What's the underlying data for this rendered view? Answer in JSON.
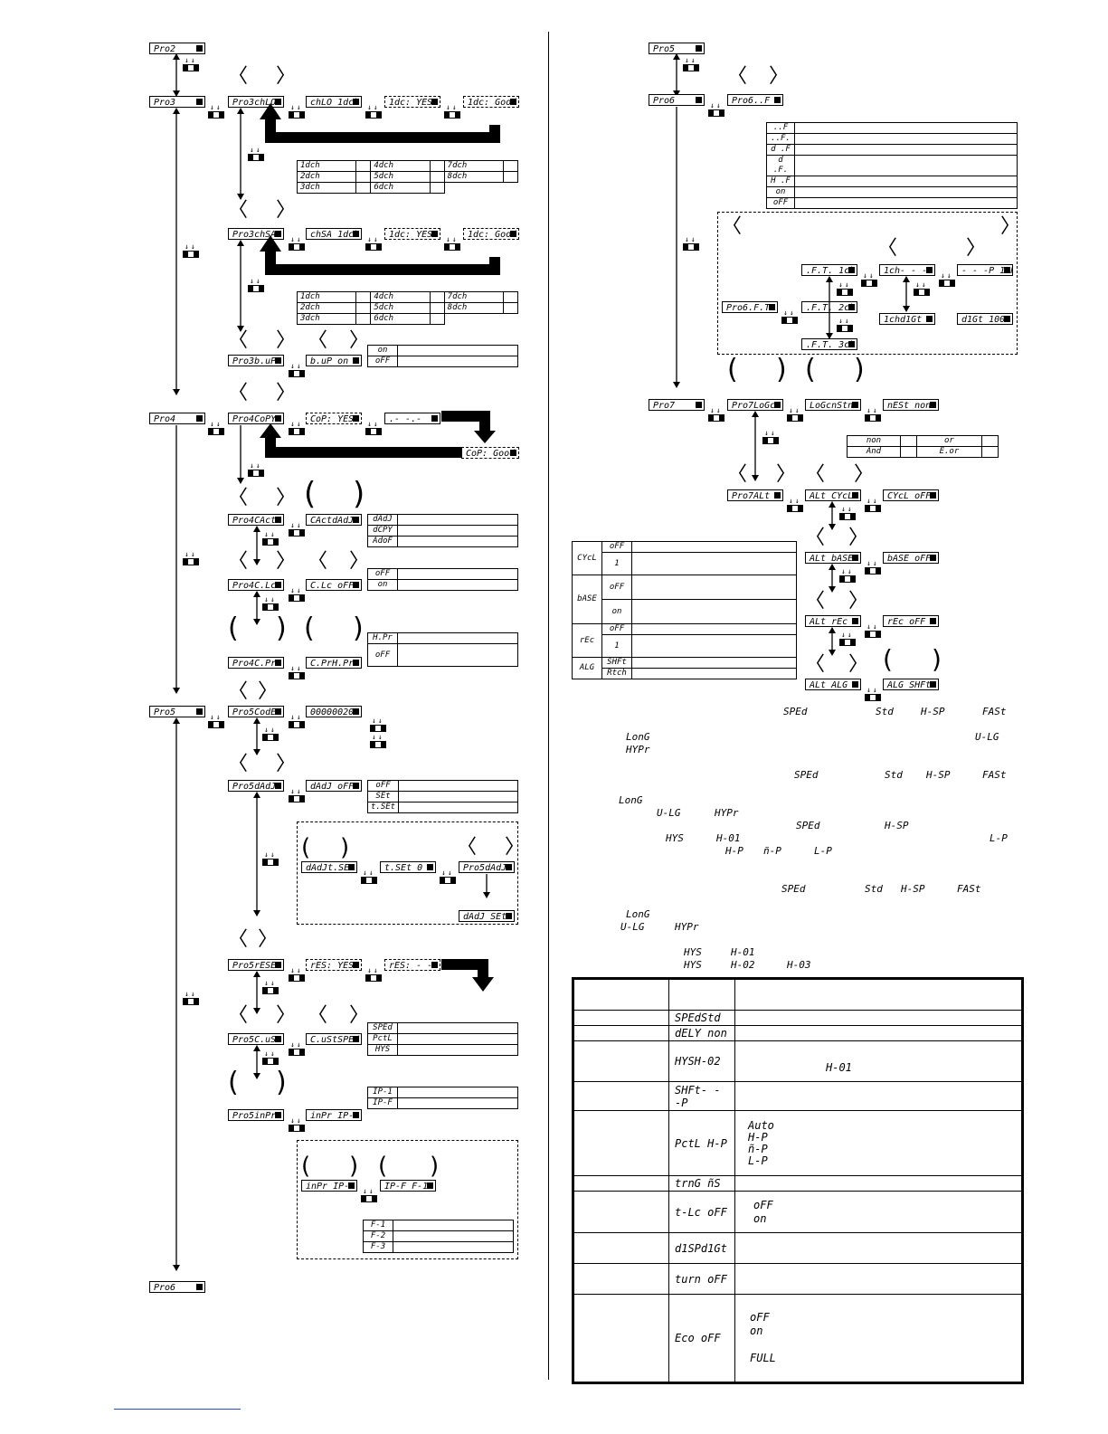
{
  "left": {
    "pro2": "Pro2",
    "pro3": "Pro3",
    "pro3_ch_lo": "Pro3chLO",
    "ch_lo_1dch": "chLO 1dch",
    "idc_yes": "1dc: YES",
    "idc_good": "1dc: Good",
    "dch_table_1": [
      [
        "1dch",
        "4dch",
        "7dch"
      ],
      [
        "2dch",
        "5dch",
        "8dch"
      ],
      [
        "3dch",
        "6dch",
        ""
      ]
    ],
    "pro3_ch_sa": "Pro3chSA",
    "ch_sa_1dch": "chSA 1dch",
    "idc_yes_2": "1dc: YES",
    "idc_good_2": "1dc: Good",
    "dch_table_2": [
      [
        "1dch",
        "4dch",
        "7dch"
      ],
      [
        "2dch",
        "5dch",
        "8dch"
      ],
      [
        "3dch",
        "6dch",
        ""
      ]
    ],
    "pro3b_up": "Pro3b.uP",
    "b_up_on": "b.uP on",
    "onoff": [
      "on",
      "oFF"
    ],
    "pro4": "Pro4",
    "pro4_copy": "Pro4CoPY",
    "copy_yes": "CoP: YES",
    "copy_prog": ".- -.-",
    "copy_good": "CoP: Good",
    "pro4_cact": "Pro4CAct",
    "cact_dadj": "CActdAdJ",
    "cact_opts": [
      "dAdJ",
      "dCPY",
      "AdoF"
    ],
    "pro4_clc": "Pro4C.Lc",
    "clc_off": "C.Lc oFF",
    "clc_opts": [
      "oFF",
      "on"
    ],
    "pro4_cpr": "Pro4C.Pr",
    "cpr_hpr": "C.PrH.Pr",
    "cpr_opts": [
      "H.Pr",
      "oFF"
    ],
    "pro5": "Pro5",
    "pro5_code": "Pro5CodE",
    "code_val": "00000020",
    "pro5_dadj": "Pro5dAdJ",
    "dadj_off": "dAdJ oFF",
    "dadj_opts": [
      "oFF",
      "SEt",
      "t.SEt"
    ],
    "dadj_tset": "dAdJt.SEt",
    "tset_val": "t.SEt 0",
    "pro5_dadj_sub": "Pro5dAdJ",
    "dadj_set": "dAdJ SEt",
    "pro5_reset": "Pro5rESEt",
    "reset_yes": "rES: YES",
    "reset_prog": "rES: - - -",
    "pro5_cust": "Pro5C.uSt",
    "cust_sped": "C.uStSPEd",
    "cust_opts": [
      "SPEd",
      "PctL",
      "HYS"
    ],
    "pro5_inpr": "Pro5inPr",
    "inpr_ip1": "inPr IP-1",
    "inpr_opts": [
      "IP-1",
      "IP-F"
    ],
    "inpr_ipf": "inPr IP-F",
    "ipf_f1": "IP-F F-1",
    "f_opts": [
      "F-1",
      "F-2",
      "F-3"
    ],
    "pro6": "Pro6"
  },
  "right": {
    "pro5": "Pro5",
    "pro6": "Pro6",
    "pro6_f": "Pro6..F",
    "pro6_opts": [
      "..F",
      "..F.",
      "d .F",
      "d .F.",
      "H .F",
      "on",
      "oFF"
    ],
    "pro6_ft": "Pro6.F.T.",
    "ft_1ch": ".F.T. 1ch",
    "ft_2ch": ".F.T. 2ch",
    "ft_3ch": ".F.T. 3ch",
    "ch1_p": "1ch- - -P",
    "p_10p": "- - -P 10P",
    "ch1_digt": "1chd1Gt",
    "digt_100": "d1Gt 100",
    "pro7": "Pro7",
    "pro7_logc": "Pro7LoGc",
    "logc_fn": "LoGcnStn",
    "nest_non": "nESt non",
    "logic_table": [
      [
        "non",
        "",
        "or",
        ""
      ],
      [
        "And",
        "",
        "E.or",
        ""
      ]
    ],
    "pro7_alt": "Pro7ALt",
    "alt_cycl": "ALt CYcL",
    "cycl_off": "CYcL oFF",
    "alt_base": "ALt bASE",
    "base_off": "bASE oFF",
    "alt_rec": "ALt rEc",
    "rec_off": "rEc oFF",
    "alt_alg": "ALt ALG",
    "alg_shft": "ALG SHFt",
    "alt_table": [
      [
        "CYcL",
        "oFF"
      ],
      [
        "",
        "1"
      ],
      [
        "bASE",
        "oFF"
      ],
      [
        "",
        "on"
      ],
      [
        "rEc",
        "oFF"
      ],
      [
        "",
        "1"
      ],
      [
        "ALG",
        "SHFt"
      ],
      [
        "",
        "Rtch"
      ]
    ],
    "notes": [
      {
        "t": "SPEd"
      },
      {
        "t": "Std"
      },
      {
        "t": "H-SP"
      },
      {
        "t": "FASt"
      },
      {
        "t": "LonG"
      },
      {
        "t": "U-LG"
      },
      {
        "t": "HYPr"
      },
      {
        "t": "SPEd"
      },
      {
        "t": "Std"
      },
      {
        "t": "H-SP"
      },
      {
        "t": "FASt"
      },
      {
        "t": "LonG"
      },
      {
        "t": "U-LG"
      },
      {
        "t": "HYPr"
      },
      {
        "t": "HYS"
      },
      {
        "t": "H-01"
      },
      {
        "t": "SPEd"
      },
      {
        "t": "H-SP"
      },
      {
        "t": "L-P"
      },
      {
        "t": "H-P"
      },
      {
        "t": "ñ-P"
      },
      {
        "t": "L-P"
      },
      {
        "t": "SPEd"
      },
      {
        "t": "Std"
      },
      {
        "t": "H-SP"
      },
      {
        "t": "FASt"
      },
      {
        "t": "LonG"
      },
      {
        "t": "U-LG"
      },
      {
        "t": "HYPr"
      },
      {
        "t": "HYS"
      },
      {
        "t": "H-01"
      },
      {
        "t": "HYS"
      },
      {
        "t": "H-02"
      },
      {
        "t": "H-03"
      }
    ],
    "default_table": [
      {
        "val": "SPEdStd",
        "note": ""
      },
      {
        "val": "dELY non",
        "note": ""
      },
      {
        "val": "HYSH-02",
        "note": "H-01"
      },
      {
        "val": "SHFt- - -P",
        "note": ""
      },
      {
        "val": "PctL H-P",
        "note": "Auto\nH-P\nñ-P\nL-P"
      },
      {
        "val": "trnG ñS",
        "note": ""
      },
      {
        "val": "t-Lc oFF",
        "note": "oFF\non"
      },
      {
        "val": "d1SPd1Gt",
        "note": ""
      },
      {
        "val": "turn oFF",
        "note": ""
      },
      {
        "val": "Eco oFF",
        "note": "oFF\non\n\nFULL"
      }
    ]
  }
}
